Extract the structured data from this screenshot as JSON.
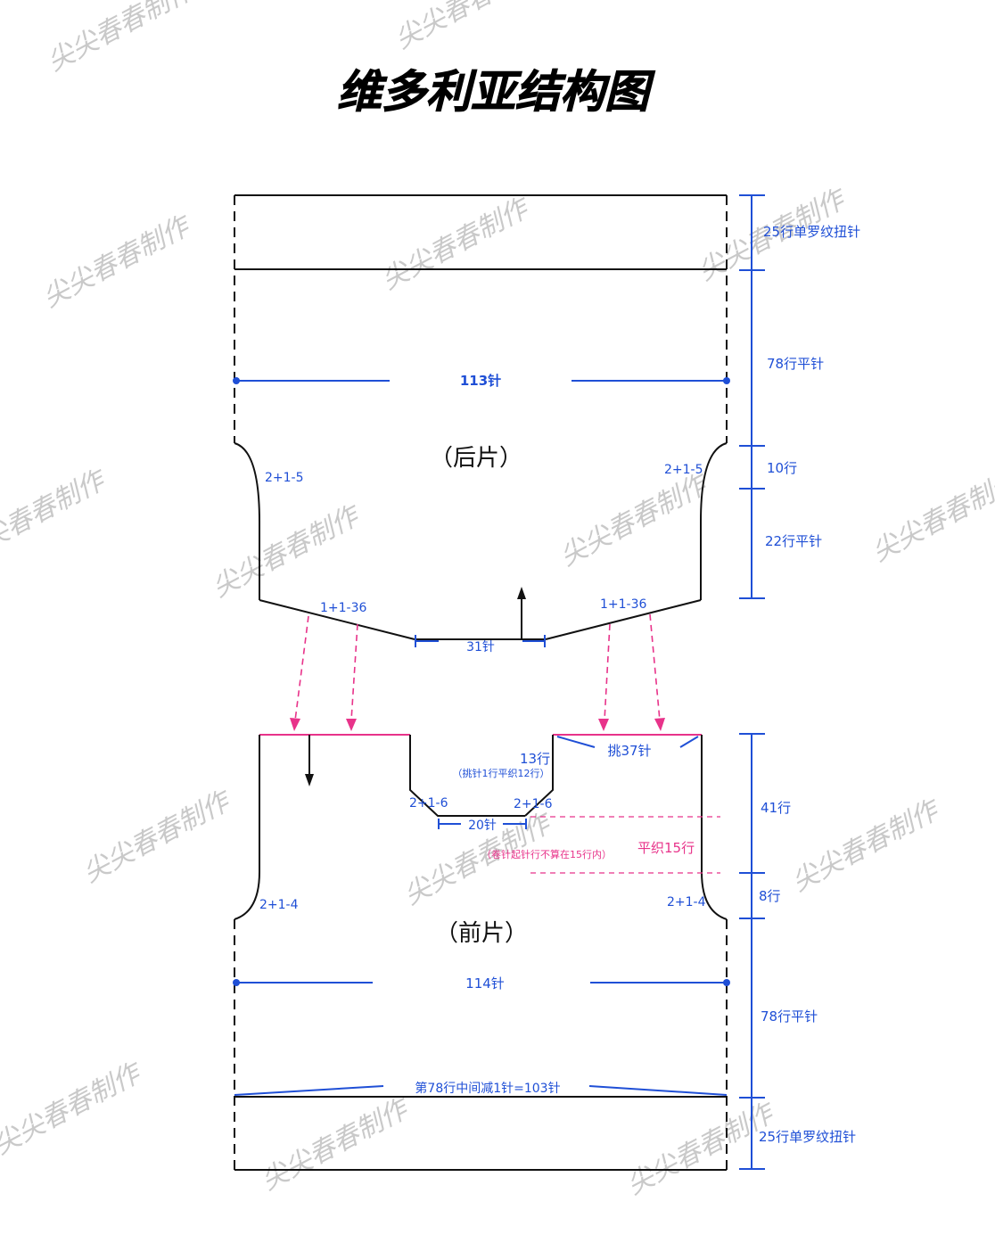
{
  "title": "维多利亚结构图",
  "watermark": "尖尖春春制作",
  "colors": {
    "outline": "#111111",
    "measure": "#1f4fd6",
    "accent": "#e8338a",
    "watermark": "#c9c9c9"
  },
  "back_piece": {
    "label": "（后片）",
    "width_label": "113针",
    "armhole_left": "2+1-5",
    "armhole_right": "2+1-5",
    "shoulder_left": "1+1-36",
    "shoulder_right": "1+1-36",
    "neck_label": "31针",
    "rows": {
      "rib": "25行单罗纹扭针",
      "body": "78行平针",
      "armhole": "10行",
      "upper": "22行平针"
    }
  },
  "front_piece": {
    "label": "（前片）",
    "width_label": "114针",
    "pickup_label": "挑37针",
    "neck_rows": "13行",
    "neck_note": "（挑针1行平织12行）",
    "neck_dec_left": "2+1-6",
    "neck_dec_right": "2+1-6",
    "neck_label": "20针",
    "flat_label": "平织15行",
    "cast_note": "（卷针起针行不算在15行内）",
    "armhole_left": "2+1-4",
    "armhole_right": "2+1-4",
    "decrease_note": "第78行中间减1针=103针",
    "rows": {
      "upper": "41行",
      "armhole": "8行",
      "body": "78行平针",
      "rib": "25行单罗纹扭针"
    }
  }
}
